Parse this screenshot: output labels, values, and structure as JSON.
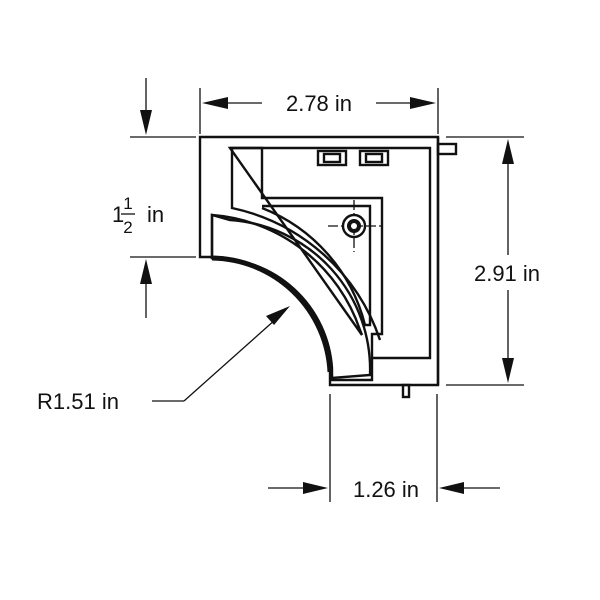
{
  "dimensions": {
    "width_label": "2.78 in",
    "height_label": "2.91 in",
    "left_whole": "1",
    "left_num": "1",
    "left_den": "2",
    "left_unit": "in",
    "radius_label": "R1.51 in",
    "bottom_label": "1.26 in"
  }
}
